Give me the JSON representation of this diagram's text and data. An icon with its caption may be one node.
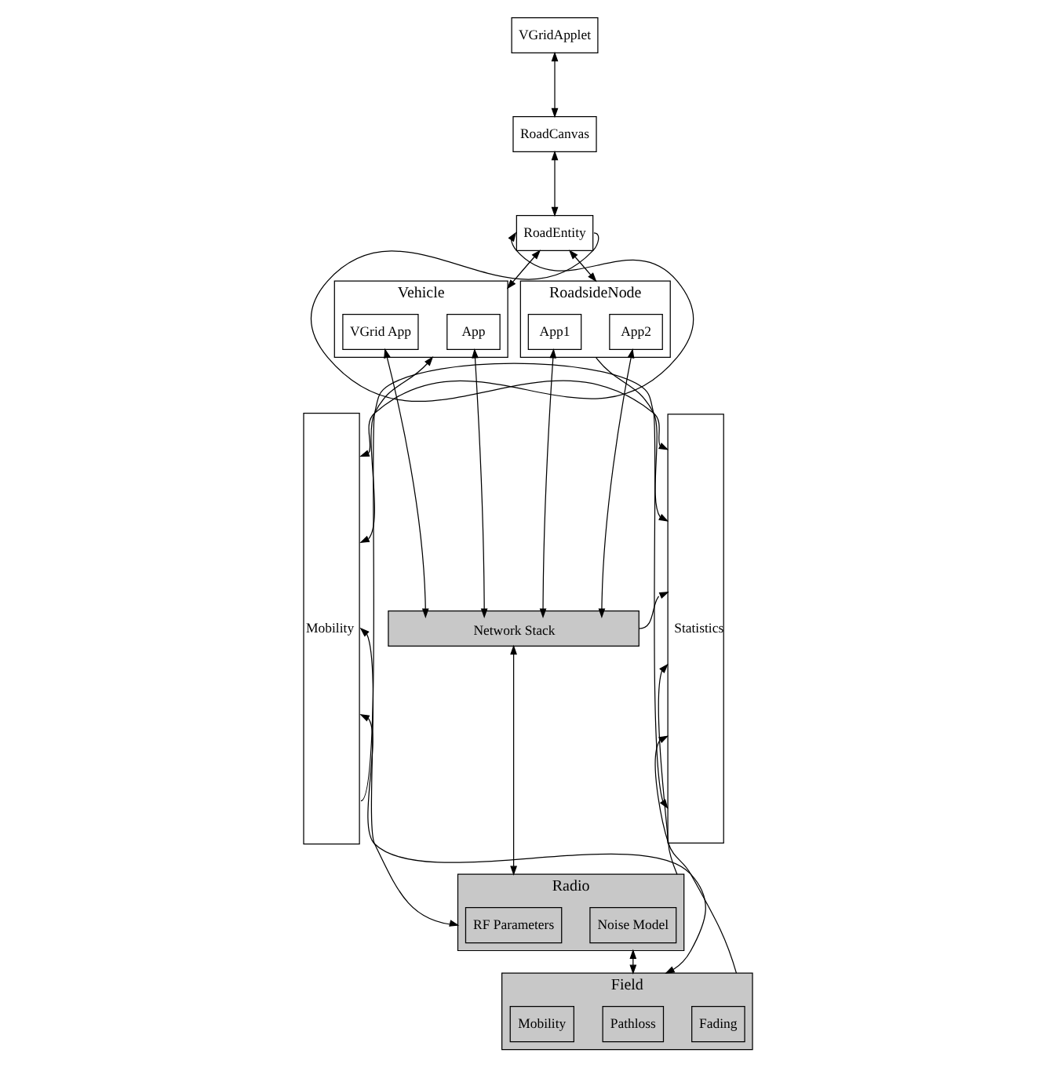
{
  "diagram": {
    "nodes": [
      {
        "text": [
          "VGridApplet"
        ]
      },
      {
        "text": [
          "RoadCanvas"
        ]
      },
      {
        "text": [
          "RoadEntity"
        ]
      },
      {
        "text": [
          "Mobility"
        ]
      },
      {
        "text": [
          "Statistics"
        ]
      },
      {
        "text": [
          "Vehicle"
        ]
      },
      {
        "text": [
          "VGrid App"
        ],
        "in": 5
      },
      {
        "text": [
          "App"
        ],
        "in": 5
      },
      {
        "text": [
          "RoadsideNode"
        ]
      },
      {
        "text": [
          "App1"
        ],
        "in": 8
      },
      {
        "text": [
          "App2"
        ],
        "in": 8
      },
      {
        "text": [
          "Network Stack"
        ]
      },
      {
        "text": [
          "Radio"
        ]
      },
      {
        "text": [
          "Noise Model"
        ],
        "in": 12
      },
      {
        "text": [
          "RF Parameters"
        ],
        "in": 12
      },
      {
        "text": [
          "Field"
        ]
      },
      {
        "text": [
          "Fading"
        ],
        "in": 15
      },
      {
        "text": [
          "Pathloss"
        ],
        "in": 15
      },
      {
        "text": [
          "Mobility"
        ],
        "in": 15
      }
    ],
    "edges": [
      {
        "from": 0,
        "to": 1,
        "arrow": "both"
      },
      {
        "from": 1,
        "to": 2,
        "arrow": "both"
      },
      {
        "from": 3,
        "to": 2,
        "arrow": "both"
      },
      {
        "from": 2,
        "to": 4,
        "arrow": "to"
      },
      {
        "from": 2,
        "to": 5,
        "arrow": "both"
      },
      {
        "from": 2,
        "to": 8,
        "arrow": "both"
      },
      {
        "from": 3,
        "to": 5,
        "arrow": "both"
      },
      {
        "from": 8,
        "to": 4,
        "arrow": "to"
      },
      {
        "from": 6,
        "to": 11,
        "arrow": "both"
      },
      {
        "from": 7,
        "to": 11,
        "arrow": "both"
      },
      {
        "from": 9,
        "to": 11,
        "arrow": "both"
      },
      {
        "from": 10,
        "to": 11,
        "arrow": "both"
      },
      {
        "from": 11,
        "to": 4,
        "arrow": "to"
      },
      {
        "from": 11,
        "to": 12,
        "arrow": "both"
      },
      {
        "from": 3,
        "to": 12,
        "arrow": "both"
      },
      {
        "from": 12,
        "to": 4,
        "arrow": "to"
      },
      {
        "from": 12,
        "to": 15,
        "arrow": "both"
      },
      {
        "from": 3,
        "to": 15,
        "arrow": "both"
      },
      {
        "from": 15,
        "to": 4,
        "arrow": "to"
      },
      {
        "from": 3,
        "to": 4,
        "arrow": "to"
      }
    ]
  }
}
